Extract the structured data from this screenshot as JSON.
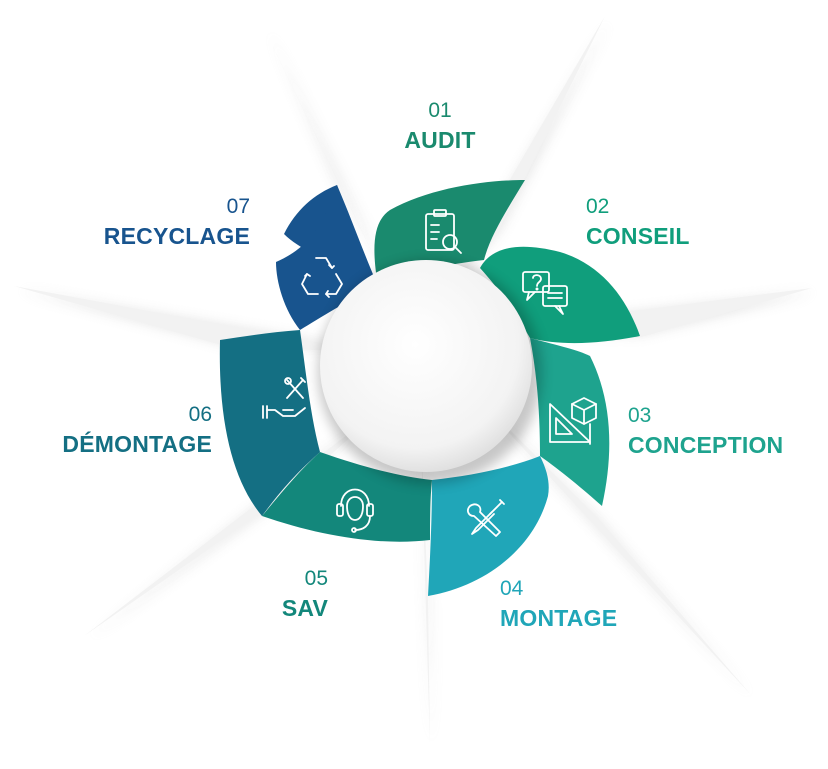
{
  "steps": [
    {
      "number": "01",
      "title": "AUDIT",
      "color": "#1a8a6e",
      "icon": "clipboard-magnifier-icon"
    },
    {
      "number": "02",
      "title": "CONSEIL",
      "color": "#109e7c",
      "icon": "speech-bubbles-question-icon"
    },
    {
      "number": "03",
      "title": "CONCEPTION",
      "color": "#1ea38e",
      "icon": "design-tools-cube-icon"
    },
    {
      "number": "04",
      "title": "MONTAGE",
      "color": "#20a6b8",
      "icon": "wrench-screwdriver-icon"
    },
    {
      "number": "05",
      "title": "SAV",
      "color": "#13877b",
      "icon": "headset-support-icon"
    },
    {
      "number": "06",
      "title": "DÉMONTAGE",
      "color": "#146f83",
      "icon": "hand-tools-icon"
    },
    {
      "number": "07",
      "title": "RECYCLAGE",
      "color": "#18548e",
      "icon": "recycle-icon"
    }
  ]
}
